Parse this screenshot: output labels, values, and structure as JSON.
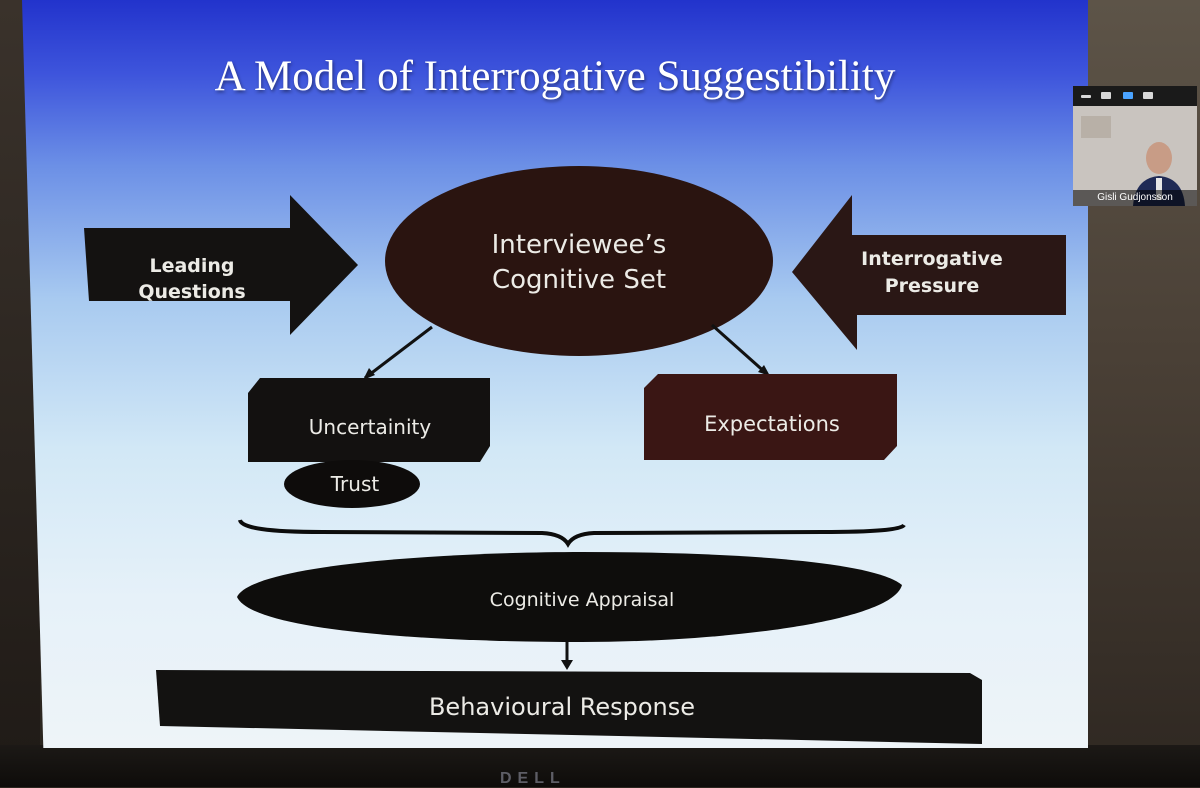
{
  "slide": {
    "title": "A Model of Interrogative Suggestibility",
    "shapes": {
      "leading_questions": "Leading Questions",
      "cognitive_set_line1": "Interviewee’s",
      "cognitive_set_line2": "Cognitive Set",
      "interrogative_pressure_line1": "Interrogative",
      "interrogative_pressure_line2": "Pressure",
      "uncertainty": "Uncertainity",
      "trust": "Trust",
      "expectations": "Expectations",
      "cognitive_appraisal": "Cognitive Appraisal",
      "behavioural_response": "Behavioural Response"
    }
  },
  "video_call": {
    "participant_name": "Gisli Gudjonsson"
  },
  "monitor": {
    "brand": "DELL"
  }
}
